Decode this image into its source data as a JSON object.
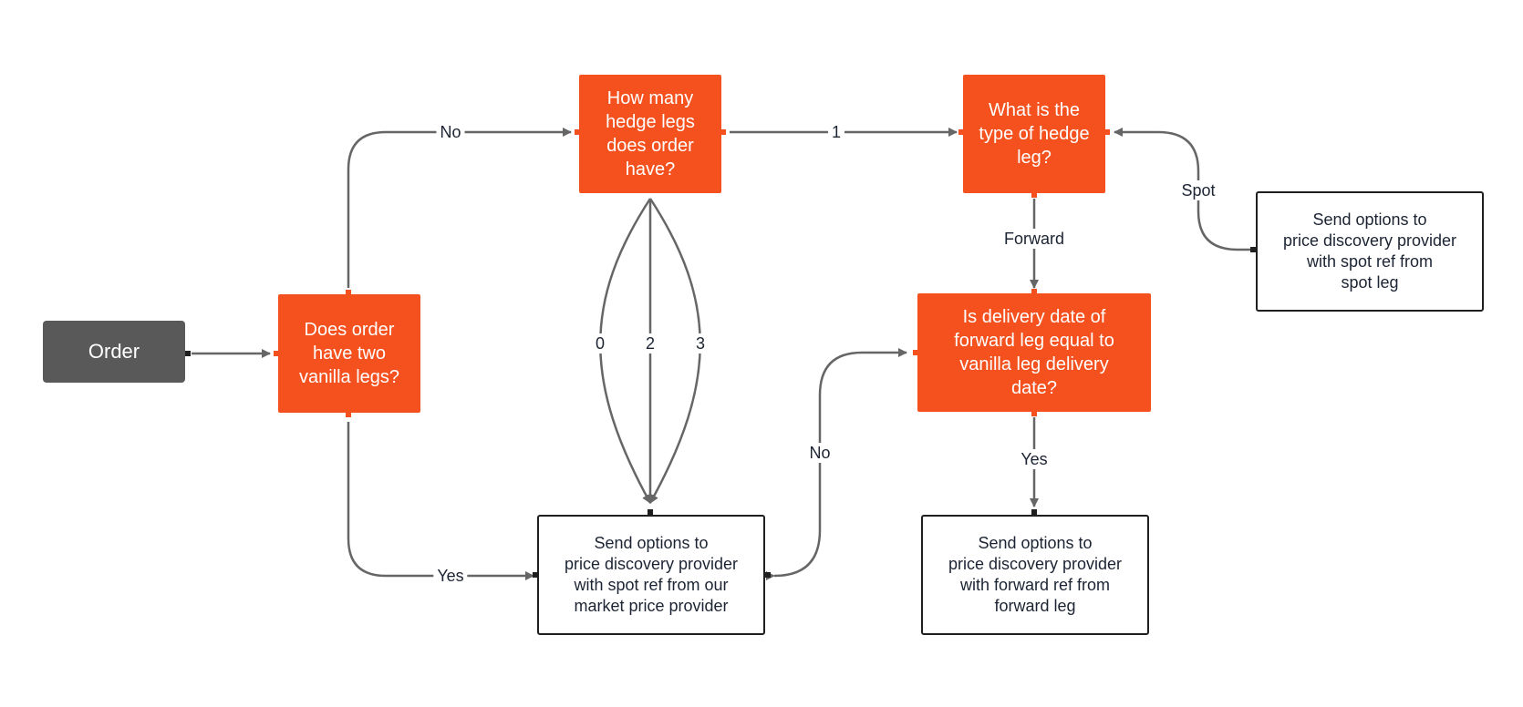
{
  "colors": {
    "decision": "#f4511e",
    "start": "#595959",
    "process_border": "#1f1f1f",
    "edge": "#666666",
    "text_dark": "#1c2433"
  },
  "nodes": {
    "order": "Order",
    "two_vanilla": "Does order\nhave two\nvanilla legs?",
    "hedge_count": "How many\nhedge legs\ndoes order\nhave?",
    "hedge_type": "What is the\ntype of hedge\nleg?",
    "delivery_date": "Is delivery date of\nforward leg equal to\nvanilla leg delivery\ndate?",
    "send_market": "Send options to\nprice discovery provider\nwith spot ref from our\nmarket price provider",
    "send_forward": "Send options to\nprice discovery provider\nwith forward ref from\nforward leg",
    "send_spot": "Send options to\nprice discovery provider\nwith spot ref from\nspot leg"
  },
  "edge_labels": {
    "no_top": "No",
    "yes_bottom": "Yes",
    "one": "1",
    "zero": "0",
    "two": "2",
    "three": "3",
    "forward": "Forward",
    "spot": "Spot",
    "no_mid": "No",
    "yes_right": "Yes"
  }
}
